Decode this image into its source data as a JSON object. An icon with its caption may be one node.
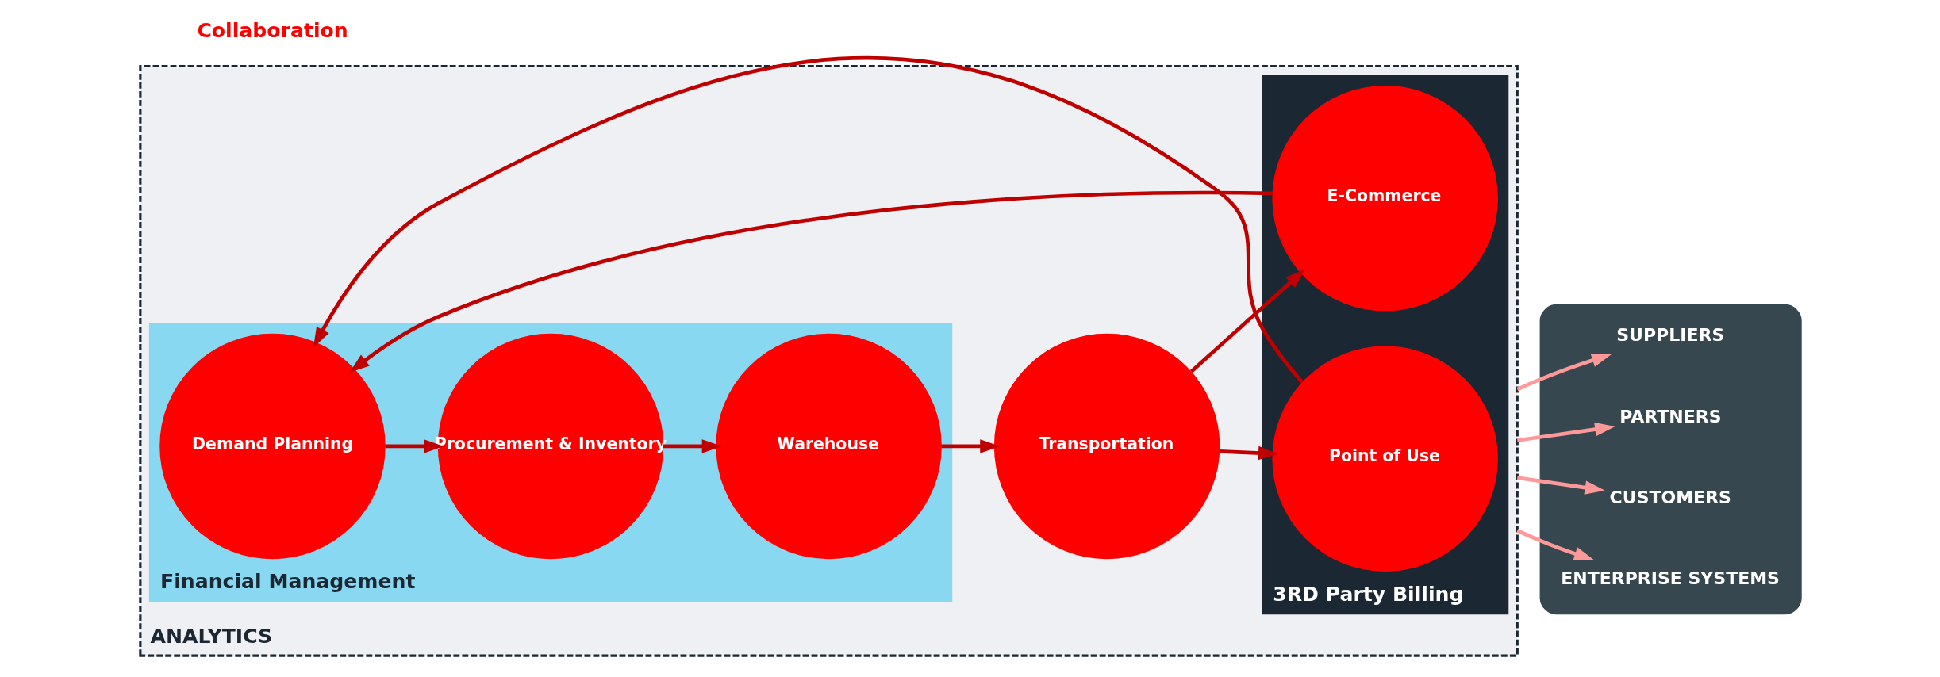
{
  "diagram": {
    "nodes": [
      {
        "text": [],
        "shape": "bar"
      },
      {
        "text": [
          "SUPPLIERS"
        ],
        "in": 0
      },
      {
        "text": [
          "PARTNERS"
        ],
        "in": 0
      },
      {
        "text": [
          "CUSTOMERS"
        ],
        "in": 0
      },
      {
        "text": [
          "ENTERPRISE SYSTEMS"
        ],
        "in": 0
      },
      {
        "text": [
          "ANALYTICS"
        ]
      },
      {
        "text": [
          "Financial Management"
        ],
        "in": 5
      },
      {
        "text": [
          "Demand Planning"
        ],
        "in": 6
      },
      {
        "text": [
          "Procurement & Inventory"
        ],
        "in": 6
      },
      {
        "text": [
          "Warehouse"
        ],
        "in": 6
      },
      {
        "text": [
          "Transportation"
        ],
        "in": 5
      },
      {
        "text": [
          "3RD Party Billing"
        ],
        "in": 5
      },
      {
        "text": [
          "E-Commerce"
        ],
        "in": 11
      },
      {
        "text": [
          "Point of Use"
        ],
        "in": 11
      }
    ],
    "edges": [
      {
        "from": 7,
        "to": 8,
        "arrow": "to"
      },
      {
        "from": 8,
        "to": 9,
        "arrow": "to"
      },
      {
        "from": 9,
        "to": 10,
        "arrow": "to"
      },
      {
        "from": 10,
        "to": 12,
        "arrow": "to"
      },
      {
        "from": 10,
        "to": 13,
        "arrow": "to"
      },
      {
        "from": 12,
        "to": 7,
        "arrow": "to"
      },
      {
        "from": 13,
        "to": 7,
        "arrow": "to"
      },
      {
        "from": 5,
        "to": 1,
        "arrow": "to",
        "color": "#ff9999"
      },
      {
        "from": 5,
        "to": 2,
        "arrow": "to",
        "color": "#ff9999"
      },
      {
        "from": 5,
        "to": 3,
        "arrow": "to",
        "color": "#ff9999"
      },
      {
        "from": 5,
        "to": 4,
        "arrow": "to",
        "color": "#ff9999"
      }
    ],
    "labels": [
      "Collaboration"
    ]
  }
}
